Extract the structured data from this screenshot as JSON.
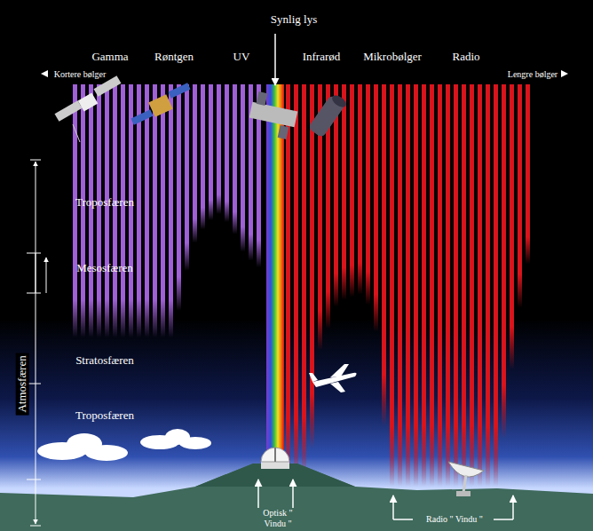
{
  "diagram": {
    "labels": [
      "Synlig lys",
      "Gamma",
      "Røntgen",
      "UV",
      "Infrarød",
      "Mikrobølger",
      "Radio",
      "Kortere bølger",
      "Lengre bølger",
      "Troposfæren",
      "Mesosfæren",
      "Stratosfæren",
      "Troposfæren",
      "Atmosfæren",
      "Optisk \" Vindu \"",
      "Radio \" Vindu \""
    ]
  }
}
